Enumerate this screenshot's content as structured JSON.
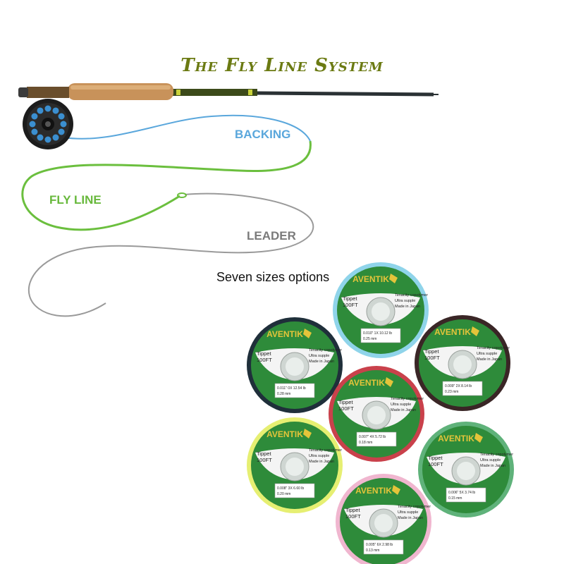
{
  "title": "The Fly Line System",
  "labels": {
    "backing": "BACKING",
    "fly_line": "FLY LINE",
    "leader": "LEADER"
  },
  "subtitle": "Seven sizes options",
  "colors": {
    "title": "#6b7a12",
    "backing": "#5aa7dc",
    "fly_line": "#67b83b",
    "leader": "#9a9a9a",
    "spool_face": "#2e8b3a"
  },
  "spools": [
    {
      "brand": "AVENTIK",
      "name": "Tippet",
      "length": "100FT",
      "specs": [
        "Tenacity copolymer",
        "Ultra supple",
        "Made in Japan"
      ],
      "size_line": "0.010\"  1X 10.12 lb",
      "mm": "0.25 mm",
      "rim": "#8fd4ea"
    },
    {
      "brand": "AVENTIK",
      "name": "Tippet",
      "length": "100FT",
      "specs": [
        "Tenacity copolymer",
        "Ultra supple",
        "Made in Japan"
      ],
      "size_line": "0.011\"  0X 12.54 lb",
      "mm": "0.28 mm",
      "rim": "#1f2f3a"
    },
    {
      "brand": "AVENTIK",
      "name": "Tippet",
      "length": "100FT",
      "specs": [
        "Tenacity copolymer",
        "Ultra supple",
        "Made in Japan"
      ],
      "size_line": "0.009\"  2X 8.14 lb",
      "mm": "0.23 mm",
      "rim": "#3a2626"
    },
    {
      "brand": "AVENTIK",
      "name": "Tippet",
      "length": "100FT",
      "specs": [
        "Tenacity copolymer",
        "Ultra supple",
        "Made in Japan"
      ],
      "size_line": "0.007\"  4X 5.72 lb",
      "mm": "0.18 mm",
      "rim": "#c9414b"
    },
    {
      "brand": "AVENTIK",
      "name": "Tippet",
      "length": "100FT",
      "specs": [
        "Tenacity copolymer",
        "Ultra supple",
        "Made in Japan"
      ],
      "size_line": "0.008\"  3X 6.60 lb",
      "mm": "0.20 mm",
      "rim": "#e6ef72"
    },
    {
      "brand": "AVENTIK",
      "name": "Tippet",
      "length": "100FT",
      "specs": [
        "Tenacity copolymer",
        "Ultra supple",
        "Made in Japan"
      ],
      "size_line": "0.006\"  5X 3.74 lb",
      "mm": "0.15 mm",
      "rim": "#5fb27a"
    },
    {
      "brand": "AVENTIK",
      "name": "Tippet",
      "length": "100FT",
      "specs": [
        "Tenacity copolymer",
        "Ultra supple",
        "Made in Japan"
      ],
      "size_line": "0.005\"  6X 2.98 lb",
      "mm": "0.13 mm",
      "rim": "#f0b6cf"
    }
  ]
}
